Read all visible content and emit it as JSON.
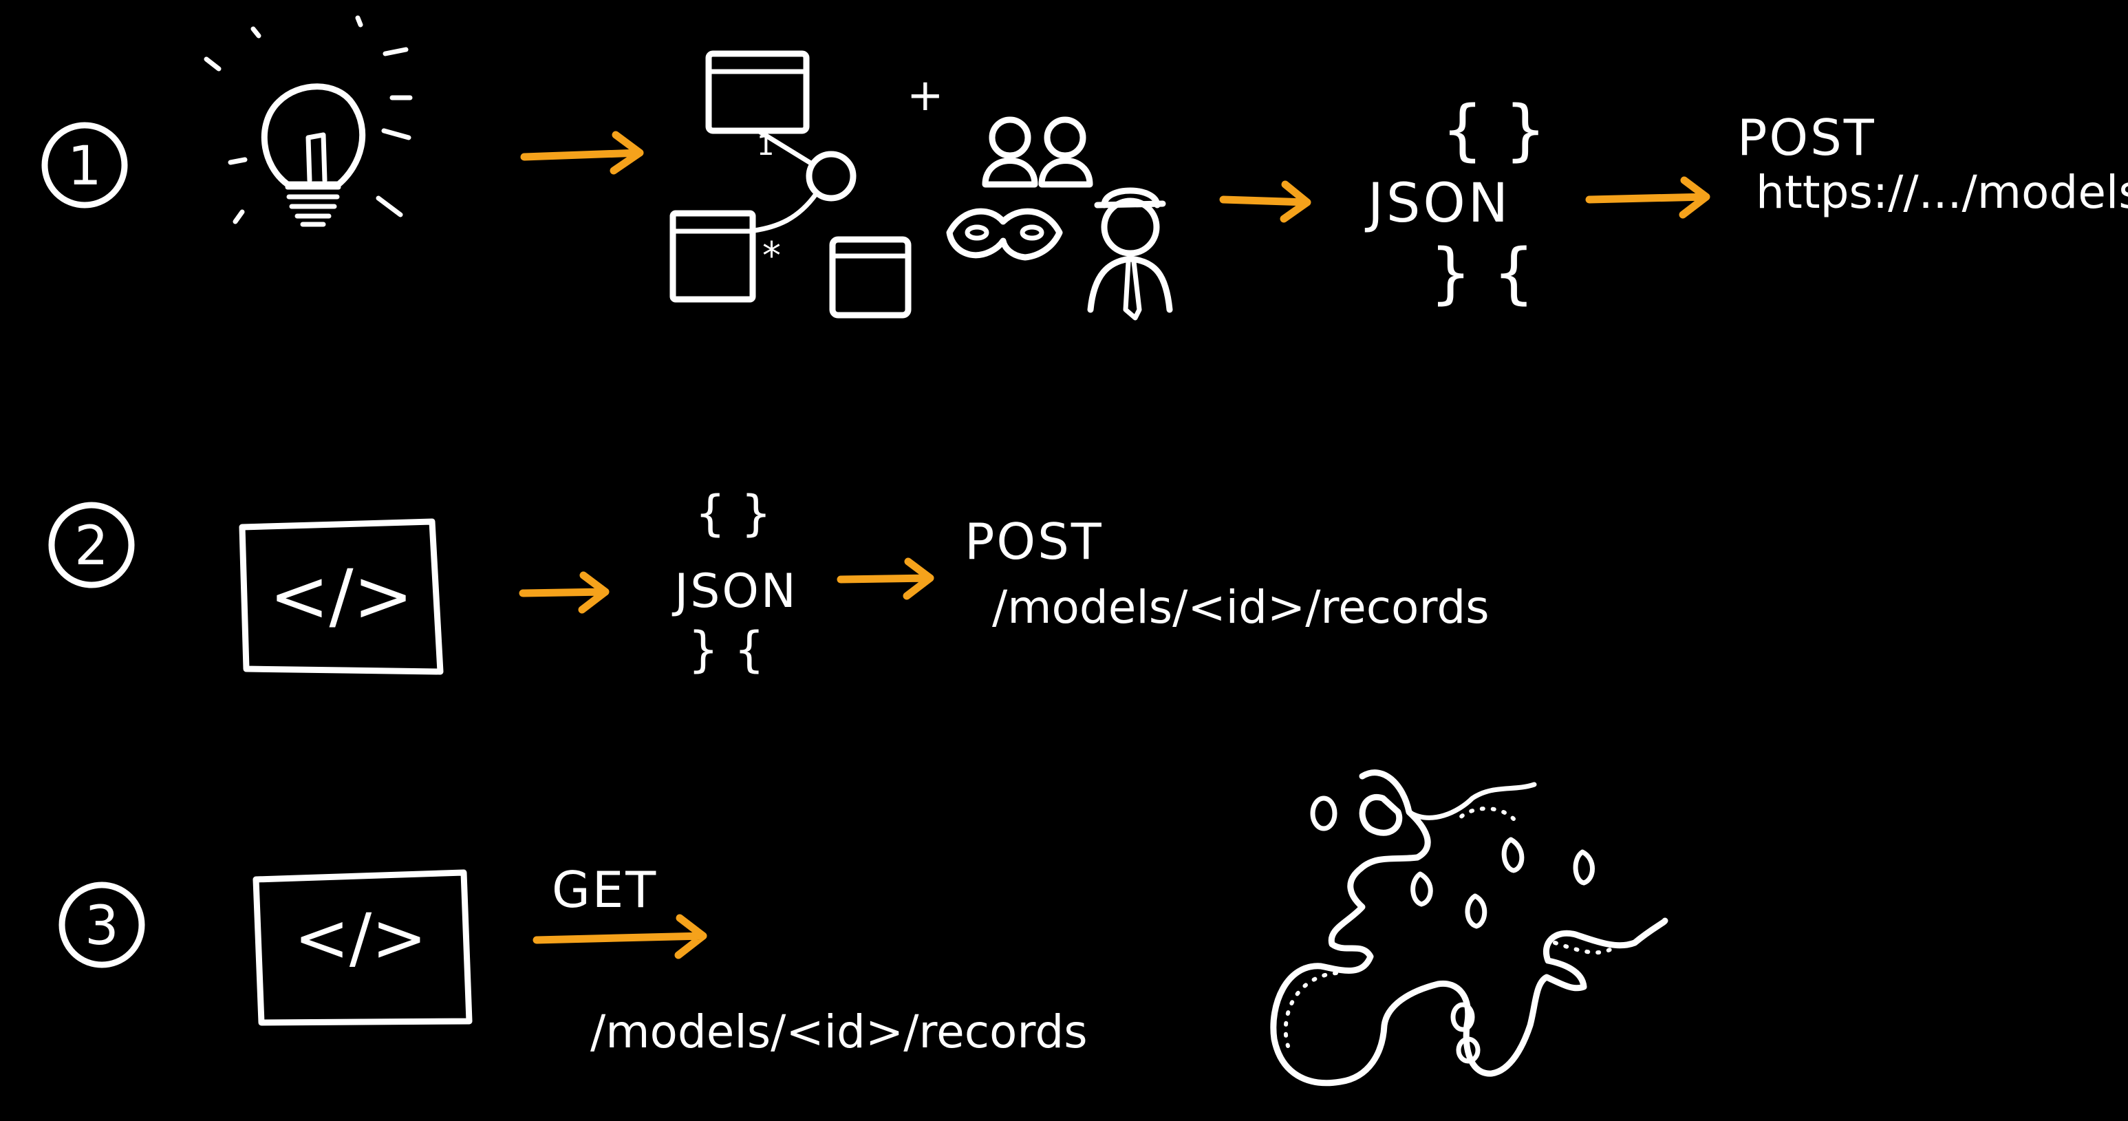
{
  "colors": {
    "background": "#000000",
    "ink": "#ffffff",
    "arrow": "#f5a21b"
  },
  "steps": [
    {
      "number": "1",
      "json_label": "JSON",
      "method": "POST",
      "endpoint": "https://.../models",
      "multiplicity_one": "1",
      "multiplicity_many": "*",
      "plus": "+"
    },
    {
      "number": "2",
      "code_icon": "</>",
      "json_label": "JSON",
      "method": "POST",
      "endpoint": "/models/<id>/records"
    },
    {
      "number": "3",
      "code_icon": "</>",
      "method": "GET",
      "endpoint": "/models/<id>/records"
    }
  ],
  "icons": {
    "idea": "lightbulb-icon",
    "model_schema": "entity-relationship-icon",
    "personas": "people-masks-icon",
    "code": "code-window-icon",
    "data_cloud": "data-blob-icon"
  }
}
